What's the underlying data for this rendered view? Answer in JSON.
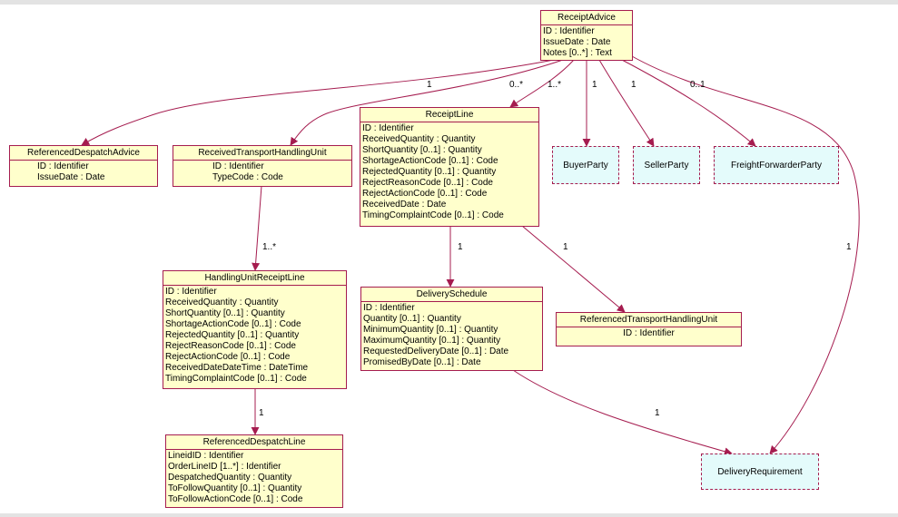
{
  "classes": {
    "receipt_advice": {
      "name": "ReceiptAdvice",
      "attributes": [
        "ID : Identifier",
        "IssueDate : Date",
        "Notes [0..*] : Text"
      ]
    },
    "referenced_despatch_advice": {
      "name": "ReferencedDespatchAdvice",
      "attributes": [
        "ID : Identifier",
        "IssueDate : Date"
      ]
    },
    "received_transport_handling_unit": {
      "name": "ReceivedTransportHandlingUnit",
      "attributes": [
        "ID : Identifier",
        "TypeCode : Code"
      ]
    },
    "receipt_line": {
      "name": "ReceiptLine",
      "attributes": [
        "ID : Identifier",
        "ReceivedQuantity : Quantity",
        "ShortQuantity [0..1] : Quantity",
        "ShortageActionCode [0..1] : Code",
        "RejectedQuantity [0..1] : Quantity",
        "RejectReasonCode [0..1] : Code",
        "RejectActionCode [0..1] : Code",
        "ReceivedDate : Date",
        "TimingComplaintCode [0..1] : Code"
      ]
    },
    "handling_unit_receipt_line": {
      "name": "HandlingUnitReceiptLine",
      "attributes": [
        "ID : Identifier",
        "ReceivedQuantity : Quantity",
        "ShortQuantity [0..1] : Quantity",
        "ShortageActionCode [0..1] : Code",
        "RejectedQuantity [0..1] : Quantity",
        "RejectReasonCode [0..1] : Code",
        "RejectActionCode [0..1] : Code",
        "ReceivedDateDateTime : DateTime",
        "TimingComplaintCode [0..1] : Code"
      ]
    },
    "delivery_schedule": {
      "name": "DeliverySchedule",
      "attributes": [
        "ID : Identifier",
        "Quantity [0..1] : Quantity",
        "MinimumQuantity [0..1] : Quantity",
        "MaximumQuantity [0..1] : Quantity",
        "RequestedDeliveryDate [0..1] : Date",
        "PromisedByDate [0..1] : Date"
      ]
    },
    "referenced_transport_handling_unit": {
      "name": "ReferencedTransportHandlingUnit",
      "attributes": [
        "ID : Identifier"
      ]
    },
    "referenced_despatch_line": {
      "name": "ReferencedDespatchLine",
      "attributes": [
        "LineidID : Identifier",
        "OrderLineID [1..*] : Identifier",
        "DespatchedQuantity : Quantity",
        "ToFollowQuantity [0..1] : Quantity",
        "ToFollowActionCode [0..1] : Code"
      ]
    }
  },
  "external_classes": {
    "buyer_party": "BuyerParty",
    "seller_party": "SellerParty",
    "freight_forwarder_party": "FreightForwarderParty",
    "delivery_requirement": "DeliveryRequirement"
  },
  "associations": [
    {
      "from": "ReceiptAdvice",
      "to": "ReferencedDespatchAdvice",
      "multiplicity": "1"
    },
    {
      "from": "ReceiptAdvice",
      "to": "ReceivedTransportHandlingUnit",
      "multiplicity": "0..*"
    },
    {
      "from": "ReceiptAdvice",
      "to": "ReceiptLine",
      "multiplicity": "1..*"
    },
    {
      "from": "ReceiptAdvice",
      "to": "BuyerParty",
      "multiplicity": "1"
    },
    {
      "from": "ReceiptAdvice",
      "to": "SellerParty",
      "multiplicity": "1"
    },
    {
      "from": "ReceiptAdvice",
      "to": "FreightForwarderParty",
      "multiplicity": "0..1"
    },
    {
      "from": "ReceiptAdvice",
      "to": "DeliveryRequirement",
      "multiplicity": "1"
    },
    {
      "from": "ReceivedTransportHandlingUnit",
      "to": "HandlingUnitReceiptLine",
      "multiplicity": "1..*"
    },
    {
      "from": "HandlingUnitReceiptLine",
      "to": "ReferencedDespatchLine",
      "multiplicity": "1"
    },
    {
      "from": "ReceiptLine",
      "to": "DeliverySchedule",
      "multiplicity": "1"
    },
    {
      "from": "ReceiptLine",
      "to": "ReferencedTransportHandlingUnit",
      "multiplicity": "1"
    },
    {
      "from": "DeliverySchedule",
      "to": "DeliveryRequirement",
      "multiplicity": "1"
    }
  ],
  "colors": {
    "line": "#a51c4f",
    "class_fill": "#ffffcc",
    "external_fill": "#e4fbfb",
    "frame": "#e3e3e3"
  }
}
